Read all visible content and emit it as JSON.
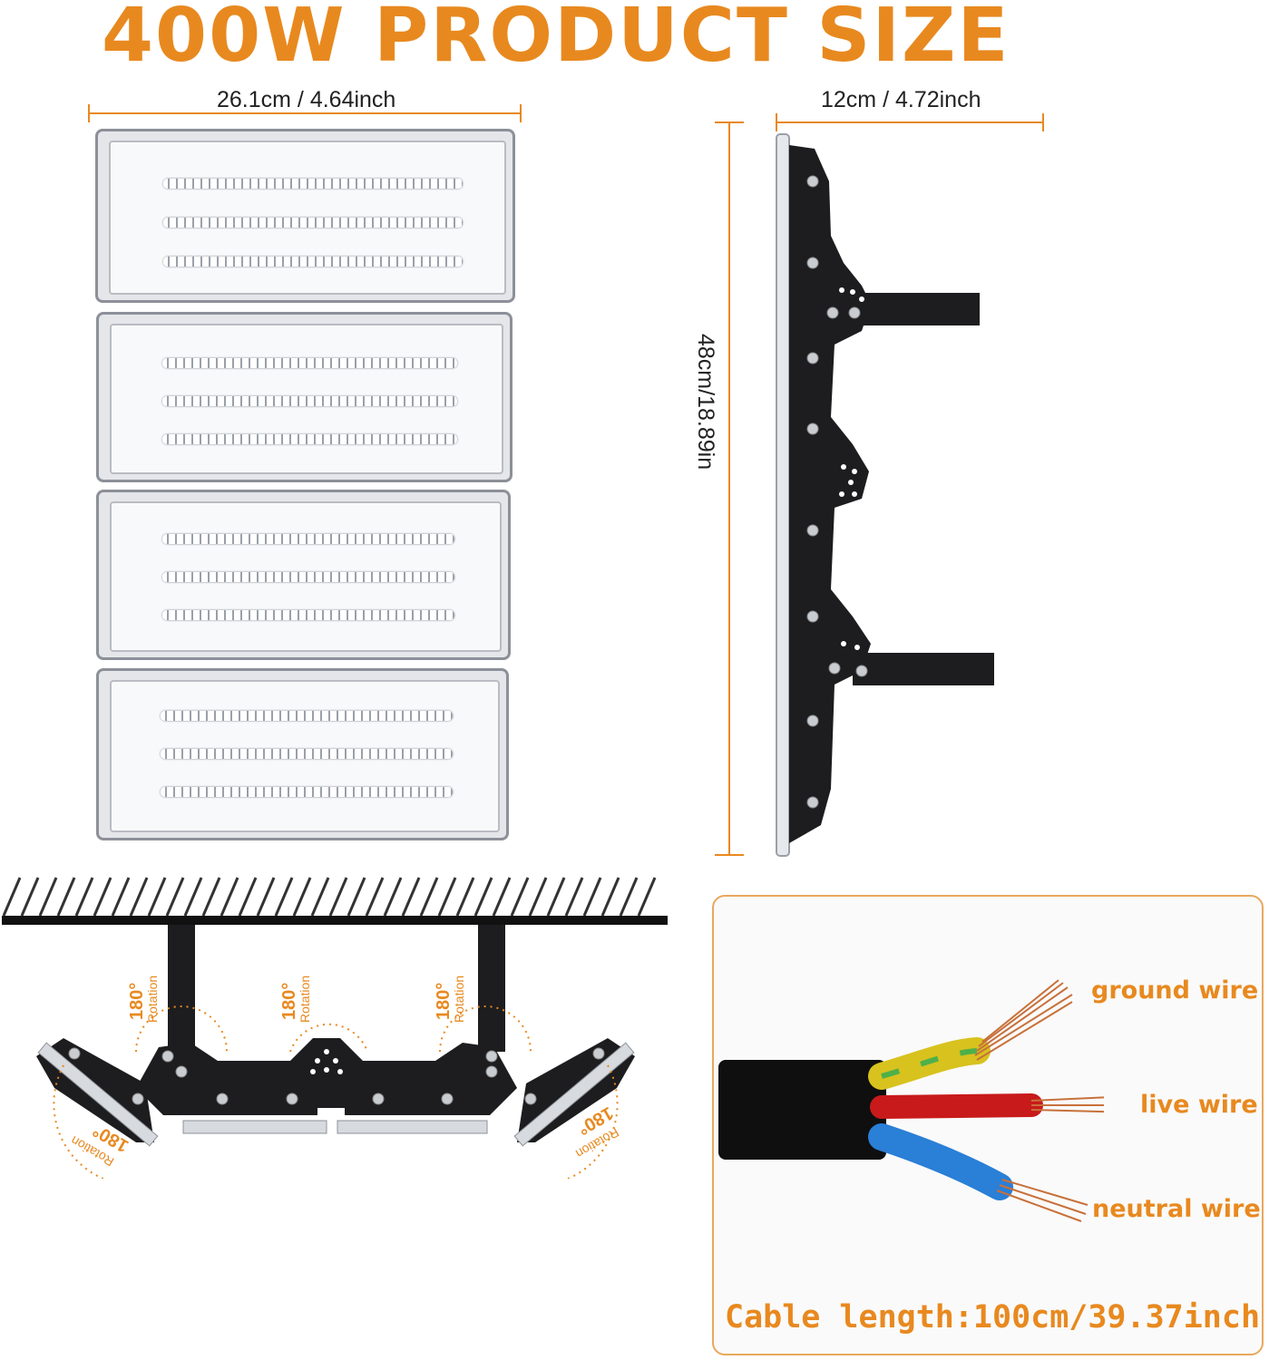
{
  "title": "400W PRODUCT SIZE",
  "dimensions": {
    "front_width": "26.1cm / 4.64inch",
    "side_width": "12cm / 4.72inch",
    "height": "48cm/18.89in"
  },
  "rotation": {
    "degrees": "180°",
    "label": "Rotation"
  },
  "cable": {
    "ground": "ground wire",
    "live": "live wire",
    "neutral": "neutral wire",
    "length": "Cable  length:100cm/39.37inch"
  },
  "colors": {
    "accent": "#e8891f",
    "ground_wire": "#d8c21e",
    "live_wire": "#c81a1a",
    "neutral_wire": "#2a7fd6"
  }
}
